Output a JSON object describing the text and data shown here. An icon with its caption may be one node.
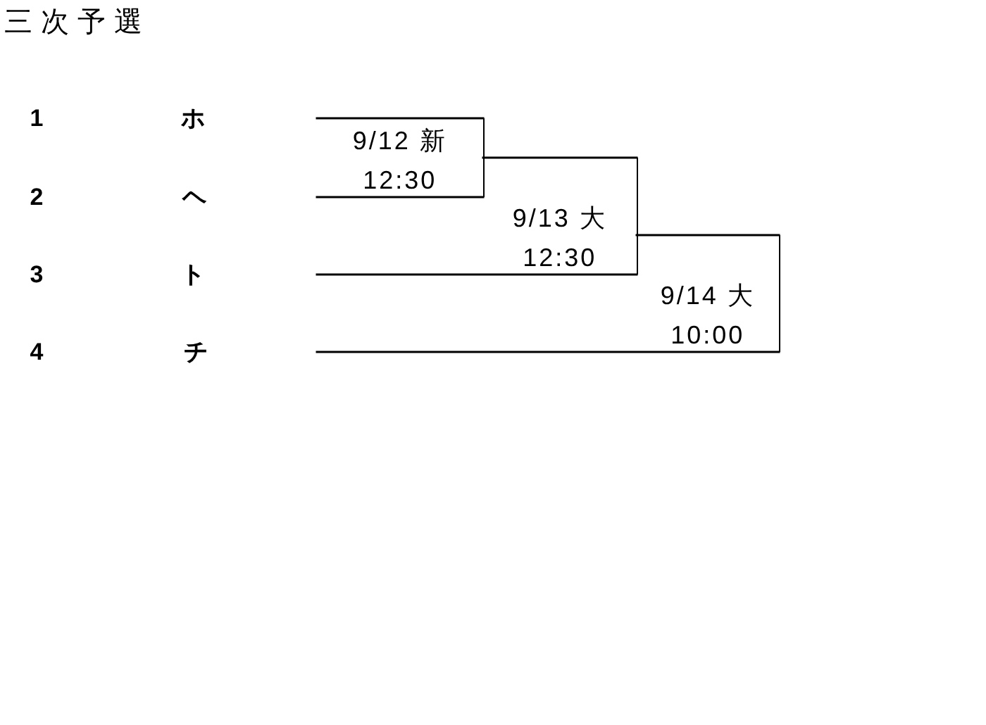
{
  "diagram": {
    "title": "三次予選",
    "nodes": [
      {
        "text": [
          "9/12 新",
          "12:30"
        ]
      },
      {
        "text": [
          "9/13 大",
          "12:30"
        ]
      },
      {
        "text": [
          "9/14 大",
          "10:00"
        ]
      }
    ],
    "edges": [
      {
        "from": null,
        "to": 0,
        "arrow": "none"
      },
      {
        "from": null,
        "to": 0,
        "arrow": "none"
      },
      {
        "from": 0,
        "to": 1,
        "arrow": "none"
      },
      {
        "from": null,
        "to": 1,
        "arrow": "none"
      },
      {
        "from": 1,
        "to": 2,
        "arrow": "none"
      },
      {
        "from": null,
        "to": 2,
        "arrow": "none"
      }
    ],
    "labels": [
      "1",
      "ホ",
      "2",
      "ヘ",
      "3",
      "ト",
      "4",
      "チ"
    ]
  }
}
